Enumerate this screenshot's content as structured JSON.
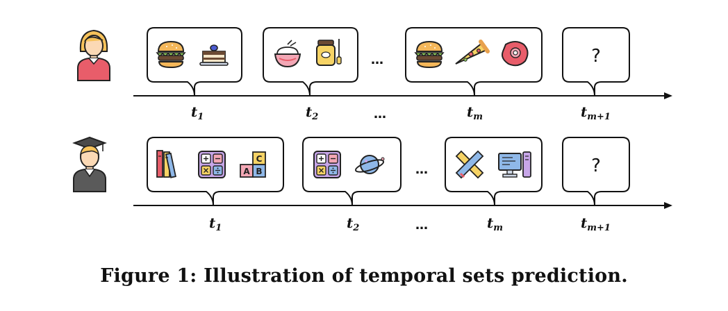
{
  "caption": "Figure 1: Illustration of temporal sets prediction.",
  "rows": [
    {
      "user": "woman-user",
      "labels": [
        {
          "base": "t",
          "sub": "1"
        },
        {
          "base": "t",
          "sub": "2"
        },
        {
          "base": "…",
          "sub": ""
        },
        {
          "base": "t",
          "sub": "m"
        },
        {
          "base": "t",
          "sub": "m+1"
        }
      ],
      "sets": [
        {
          "items": [
            "hamburger",
            "cake-slice"
          ]
        },
        {
          "items": [
            "rice-bowl",
            "honey-jar"
          ]
        },
        {
          "items": [
            "hamburger",
            "pizza-slice",
            "steak"
          ]
        },
        {
          "items": []
        }
      ],
      "gap_dots": "…",
      "unknown": "?"
    },
    {
      "user": "graduate-user",
      "labels": [
        {
          "base": "t",
          "sub": "1"
        },
        {
          "base": "t",
          "sub": "2"
        },
        {
          "base": "…",
          "sub": ""
        },
        {
          "base": "t",
          "sub": "m"
        },
        {
          "base": "t",
          "sub": "m+1"
        }
      ],
      "sets": [
        {
          "items": [
            "books",
            "calculator",
            "abc-blocks"
          ]
        },
        {
          "items": [
            "calculator",
            "planet"
          ]
        },
        {
          "items": [
            "pencil-ruler",
            "computer"
          ]
        },
        {
          "items": []
        }
      ],
      "gap_dots": "…",
      "unknown": "?"
    }
  ],
  "colors": {
    "line": "#111111",
    "bun": "#f4b75a",
    "lettuce": "#8fcf5c",
    "patty": "#6b4a33",
    "pink": "#f3a7b5",
    "red": "#e85d6a",
    "purple": "#c7a6e8",
    "blue": "#8fb8e8",
    "yellow": "#f6d365"
  }
}
